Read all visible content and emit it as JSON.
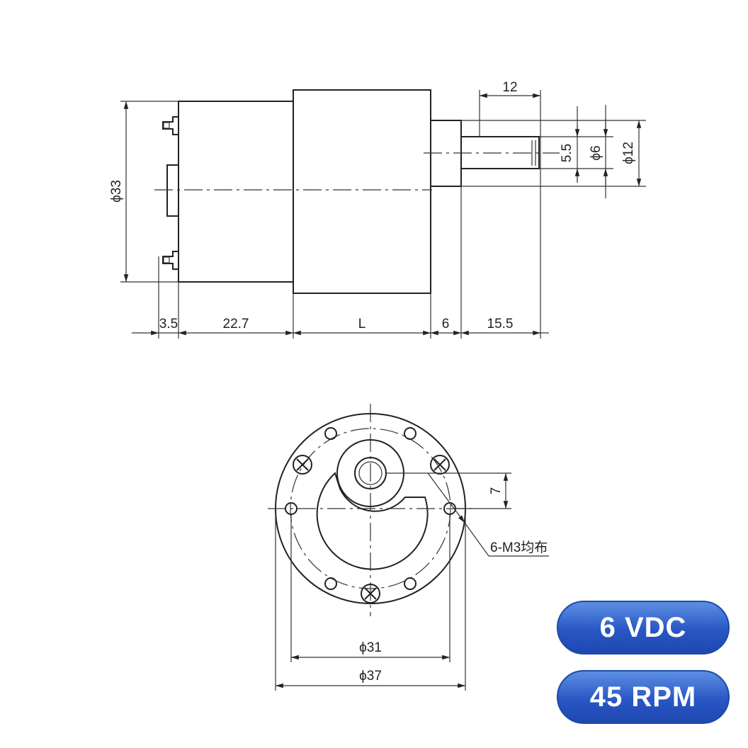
{
  "dimensions": {
    "top_view": {
      "shaft_length": "12",
      "flat": "5.5",
      "shaft_dia": "ϕ6",
      "boss_dia": "ϕ12",
      "motor_dia": "ϕ33",
      "terminal": "3.5",
      "motor_length": "22.7",
      "gearbox_length": "L",
      "boss_length": "6",
      "shaft_extension": "15.5"
    },
    "front_view": {
      "offset": "7",
      "holes_note": "6-M3均布",
      "bolt_circle": "ϕ31",
      "body_dia": "ϕ37"
    }
  },
  "badges": {
    "voltage": "6 VDC",
    "speed": "45 RPM"
  },
  "colors": {
    "badge_top": "#5d8fe4",
    "badge_bottom": "#1f47b0",
    "line": "#222222"
  }
}
